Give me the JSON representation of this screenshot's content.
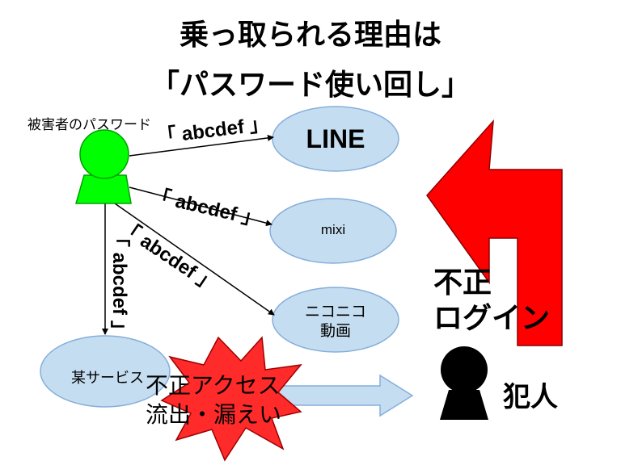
{
  "title": {
    "line1": "乗っ取られる理由は",
    "line2": "「パスワード使い回し」"
  },
  "victim": {
    "caption": "被害者のパスワード",
    "color": "#00ff00"
  },
  "password": "「 abcdef 」",
  "services": {
    "line": "LINE",
    "mixi": "mixi",
    "nico_line1": "ニコニコ",
    "nico_line2": "動画",
    "some": "某サービス",
    "ellipse_fill": "#c5ddf0",
    "ellipse_stroke": "#86aedb"
  },
  "burst": {
    "line1": "不正アクセス",
    "line2": "流出・漏えい",
    "color": "#ff2a2a"
  },
  "illegal_login": {
    "line1": "不正",
    "line2": "ログイン",
    "arrow_color": "#ff0000"
  },
  "criminal": {
    "label": "犯人",
    "color": "#000000"
  }
}
